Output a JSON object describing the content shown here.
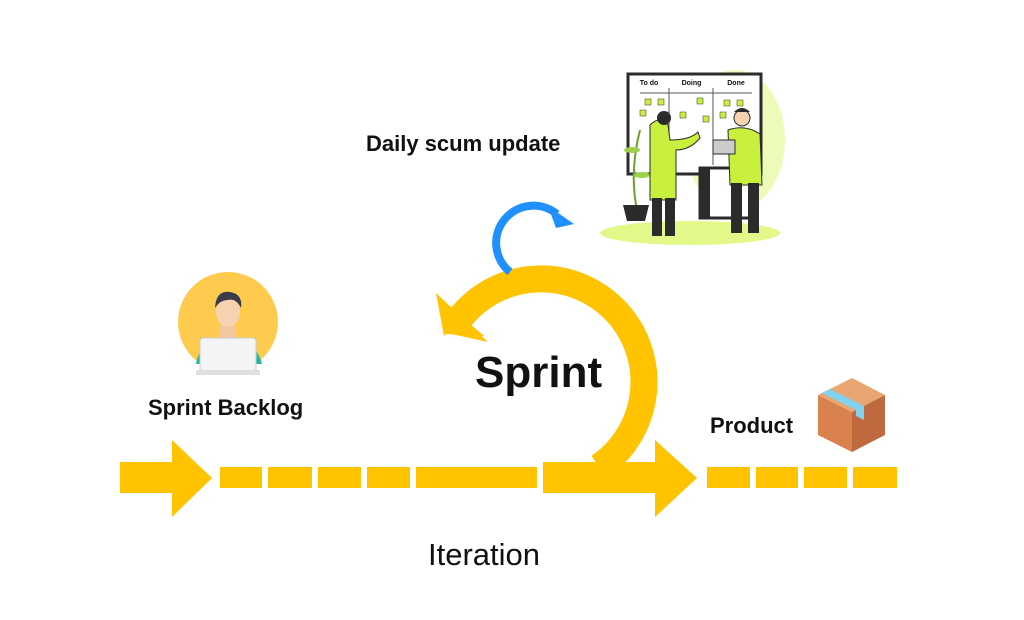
{
  "labels": {
    "daily_scrum": "Daily scum update",
    "sprint": "Sprint",
    "sprint_backlog": "Sprint Backlog",
    "product": "Product",
    "iteration": "Iteration"
  },
  "board": {
    "columns": [
      "To do",
      "Doing",
      "Done"
    ]
  },
  "colors": {
    "arrow": "#FFC300",
    "loop_small": "#1E90FF",
    "illustration_green": "#C8F03C",
    "avatar_bg": "#FFCB4F",
    "box": "#D9824E"
  }
}
